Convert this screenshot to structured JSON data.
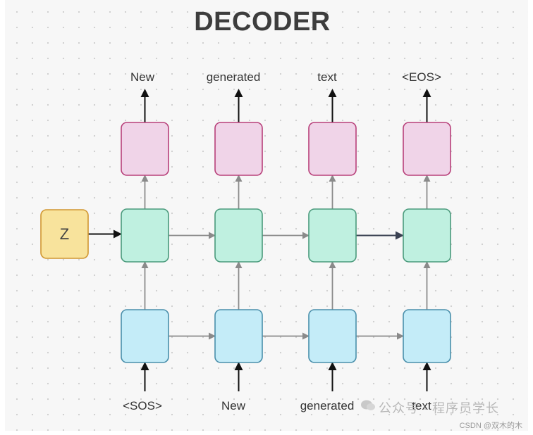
{
  "title": "DECODER",
  "latent_label": "Z",
  "outputs": [
    "New",
    "generated",
    "text",
    "<EOS>"
  ],
  "inputs": [
    "<SOS>",
    "New",
    "generated",
    "text"
  ],
  "colors": {
    "output_fill": "#f0d4e8",
    "output_stroke": "#b8407a",
    "hidden_fill": "#bff0e0",
    "hidden_stroke": "#4a9a7c",
    "input_fill": "#c4ecf8",
    "input_stroke": "#4a8fab",
    "latent_fill": "#f8e39c",
    "latent_stroke": "#d09630",
    "gray_arrow": "#8a8a8a",
    "black_arrow": "#111111"
  },
  "watermark": {
    "text": "公众号 · 程序员学长",
    "credit": "CSDN @双木的木"
  }
}
